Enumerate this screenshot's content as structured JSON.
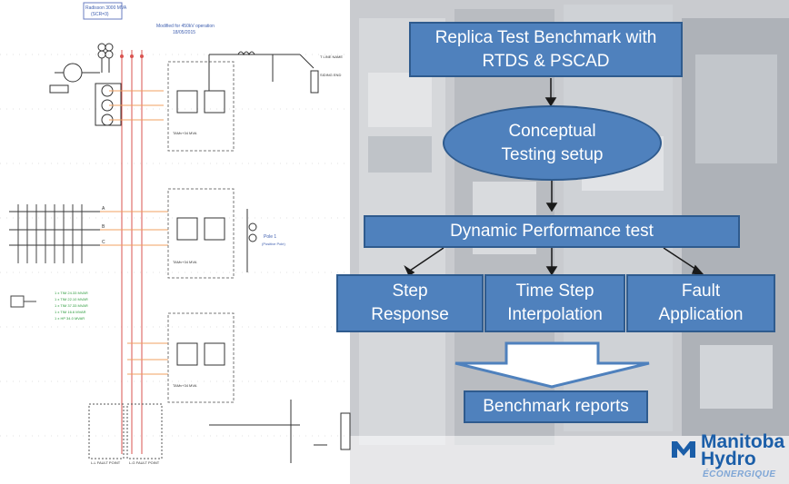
{
  "schematic": {
    "source_label": "Radisson 3000 MVA\n(SCR=3)",
    "note": "Modified for 450kV operation\n18/05/2015",
    "phases": [
      "A",
      "B",
      "C"
    ],
    "converter_label": "TAMv+34 MVA",
    "converter_label_2": "TAMv+34 MVA",
    "converter_label_3": "TAMv+34 MVA",
    "pole_label": "Pole 1\n(Positive Pole)",
    "fault_label_1": "L-L FAULT POINT",
    "fault_label_2": "L-G FAULT POINT"
  },
  "flow": {
    "top_box": "Replica Test Benchmark with\nRTDS & PSCAD",
    "ellipse": "Conceptual\nTesting setup",
    "wide_box": "Dynamic Performance test",
    "step_box": "Step\nResponse",
    "interp_box": "Time Step\nInterpolation",
    "fault_box": "Fault\nApplication",
    "report_box": "Benchmark reports"
  },
  "logo": {
    "line1": "Manitoba",
    "line2": "Hydro",
    "line3": "ÉCONERGIQUE",
    "color": "#1b5ea8"
  },
  "colors": {
    "box_fill": "#4f81bd",
    "box_border": "#2f5b8e",
    "wire_red": "#d9534f",
    "wire_orange": "#f0a060"
  }
}
